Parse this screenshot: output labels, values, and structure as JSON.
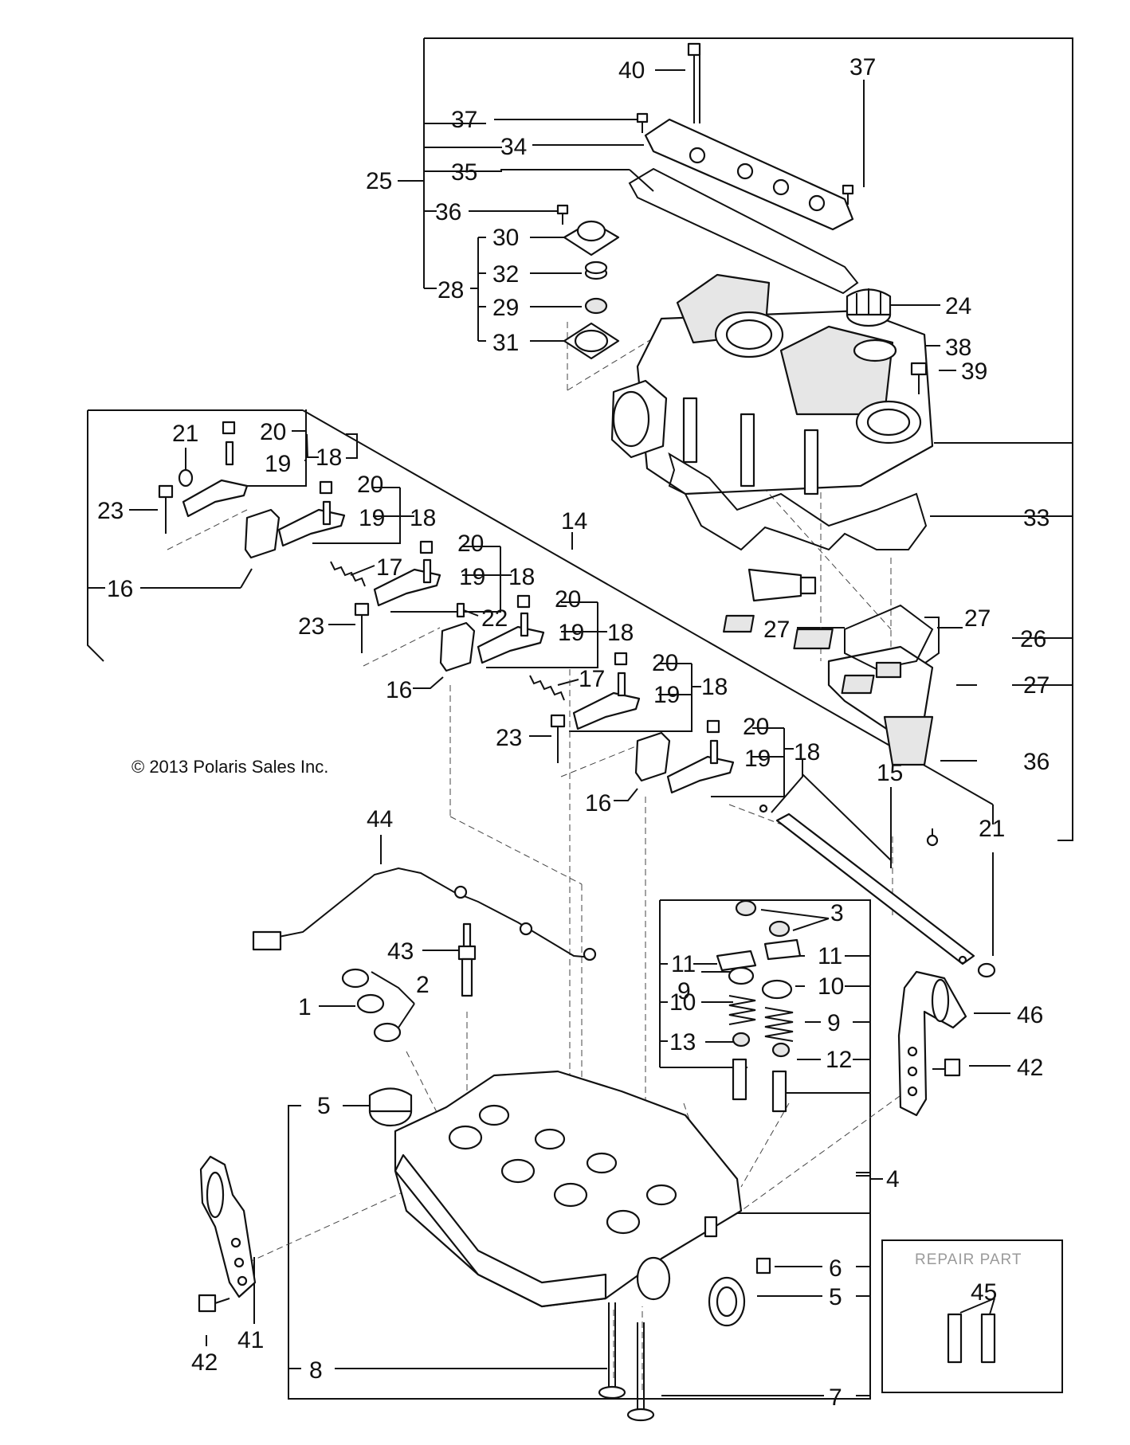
{
  "copyright": "© 2013 Polaris Sales Inc.",
  "repair_part_label": "REPAIR PART",
  "callouts": {
    "c40": "40",
    "c37a": "37",
    "c37b": "37",
    "c34": "34",
    "c35": "35",
    "c25": "25",
    "c36a": "36",
    "c30": "30",
    "c32": "32",
    "c28": "28",
    "c29": "29",
    "c31": "31",
    "c24": "24",
    "c38": "38",
    "c39": "39",
    "c33": "33",
    "c27a": "27",
    "c27b": "27",
    "c27c": "27",
    "c26": "26",
    "c36b": "36",
    "c21a": "21",
    "c20a": "20",
    "c19a": "19",
    "c18a": "18",
    "c23a": "23",
    "c16a": "16",
    "c20b": "20",
    "c19b": "19",
    "c18b": "18",
    "c14": "14",
    "c17a": "17",
    "c20c": "20",
    "c19c": "19",
    "c18c": "18",
    "c23b": "23",
    "c22": "22",
    "c20d": "20",
    "c19d": "19",
    "c18d": "18",
    "c16b": "16",
    "c17b": "17",
    "c20e": "20",
    "c19e": "19",
    "c18e": "18",
    "c23c": "23",
    "c20f": "20",
    "c19f": "19",
    "c18f": "18",
    "c15": "15",
    "c16c": "16",
    "c21b": "21",
    "c44": "44",
    "c3": "3",
    "c11a": "11",
    "c11b": "11",
    "c10a": "10",
    "c10b": "10",
    "c9a": "9",
    "c9b": "9",
    "c13": "13",
    "c12": "12",
    "c43": "43",
    "c1": "1",
    "c2": "2",
    "c46": "46",
    "c42a": "42",
    "c5a": "5",
    "c4": "4",
    "c6": "6",
    "c5b": "5",
    "c45": "45",
    "c42b": "42",
    "c41": "41",
    "c8": "8",
    "c7": "7"
  },
  "colors": {
    "line": "#111111",
    "part_fill": "#e6e6e6",
    "repair_text": "#9a9a9a"
  }
}
